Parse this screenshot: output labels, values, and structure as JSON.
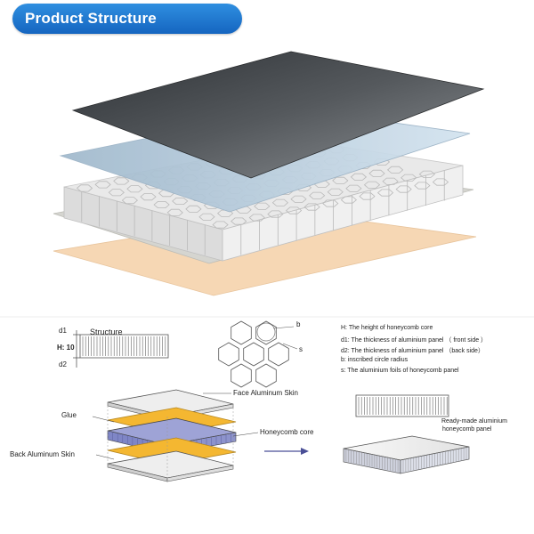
{
  "header": {
    "title": "Product Structure"
  },
  "structure_diagram": {
    "label": "Structure",
    "d1": "d1",
    "h": "H: 10",
    "d2": "d2"
  },
  "hex_diagram": {
    "b": "b",
    "s": "s"
  },
  "legend": [
    "H: The height of honeycomb core",
    "d1: The thickness of aluminium panel （ front side ）",
    "d2: The thickness of aluminium panel （back side）",
    "b: inscribed circle radius",
    "s: The aluminium foils of  honeycomb panel"
  ],
  "assembly": {
    "face": "Face Aluminum Skin",
    "glue": "Glue",
    "core": "Honeycomb core",
    "back": "Back Aluminum Skin",
    "ready_line1": "Ready-made aluminium",
    "ready_line2": "honeycomb panel"
  },
  "colors": {
    "header_blue": "#1e77d0",
    "top_sheet": "#4a4e52",
    "film": "#b8cfe0",
    "honeycomb": "#f2f2f2",
    "bottom_layer": "#f6d7b4",
    "glue": "#f4b731",
    "core_blue": "#7f86c6"
  }
}
